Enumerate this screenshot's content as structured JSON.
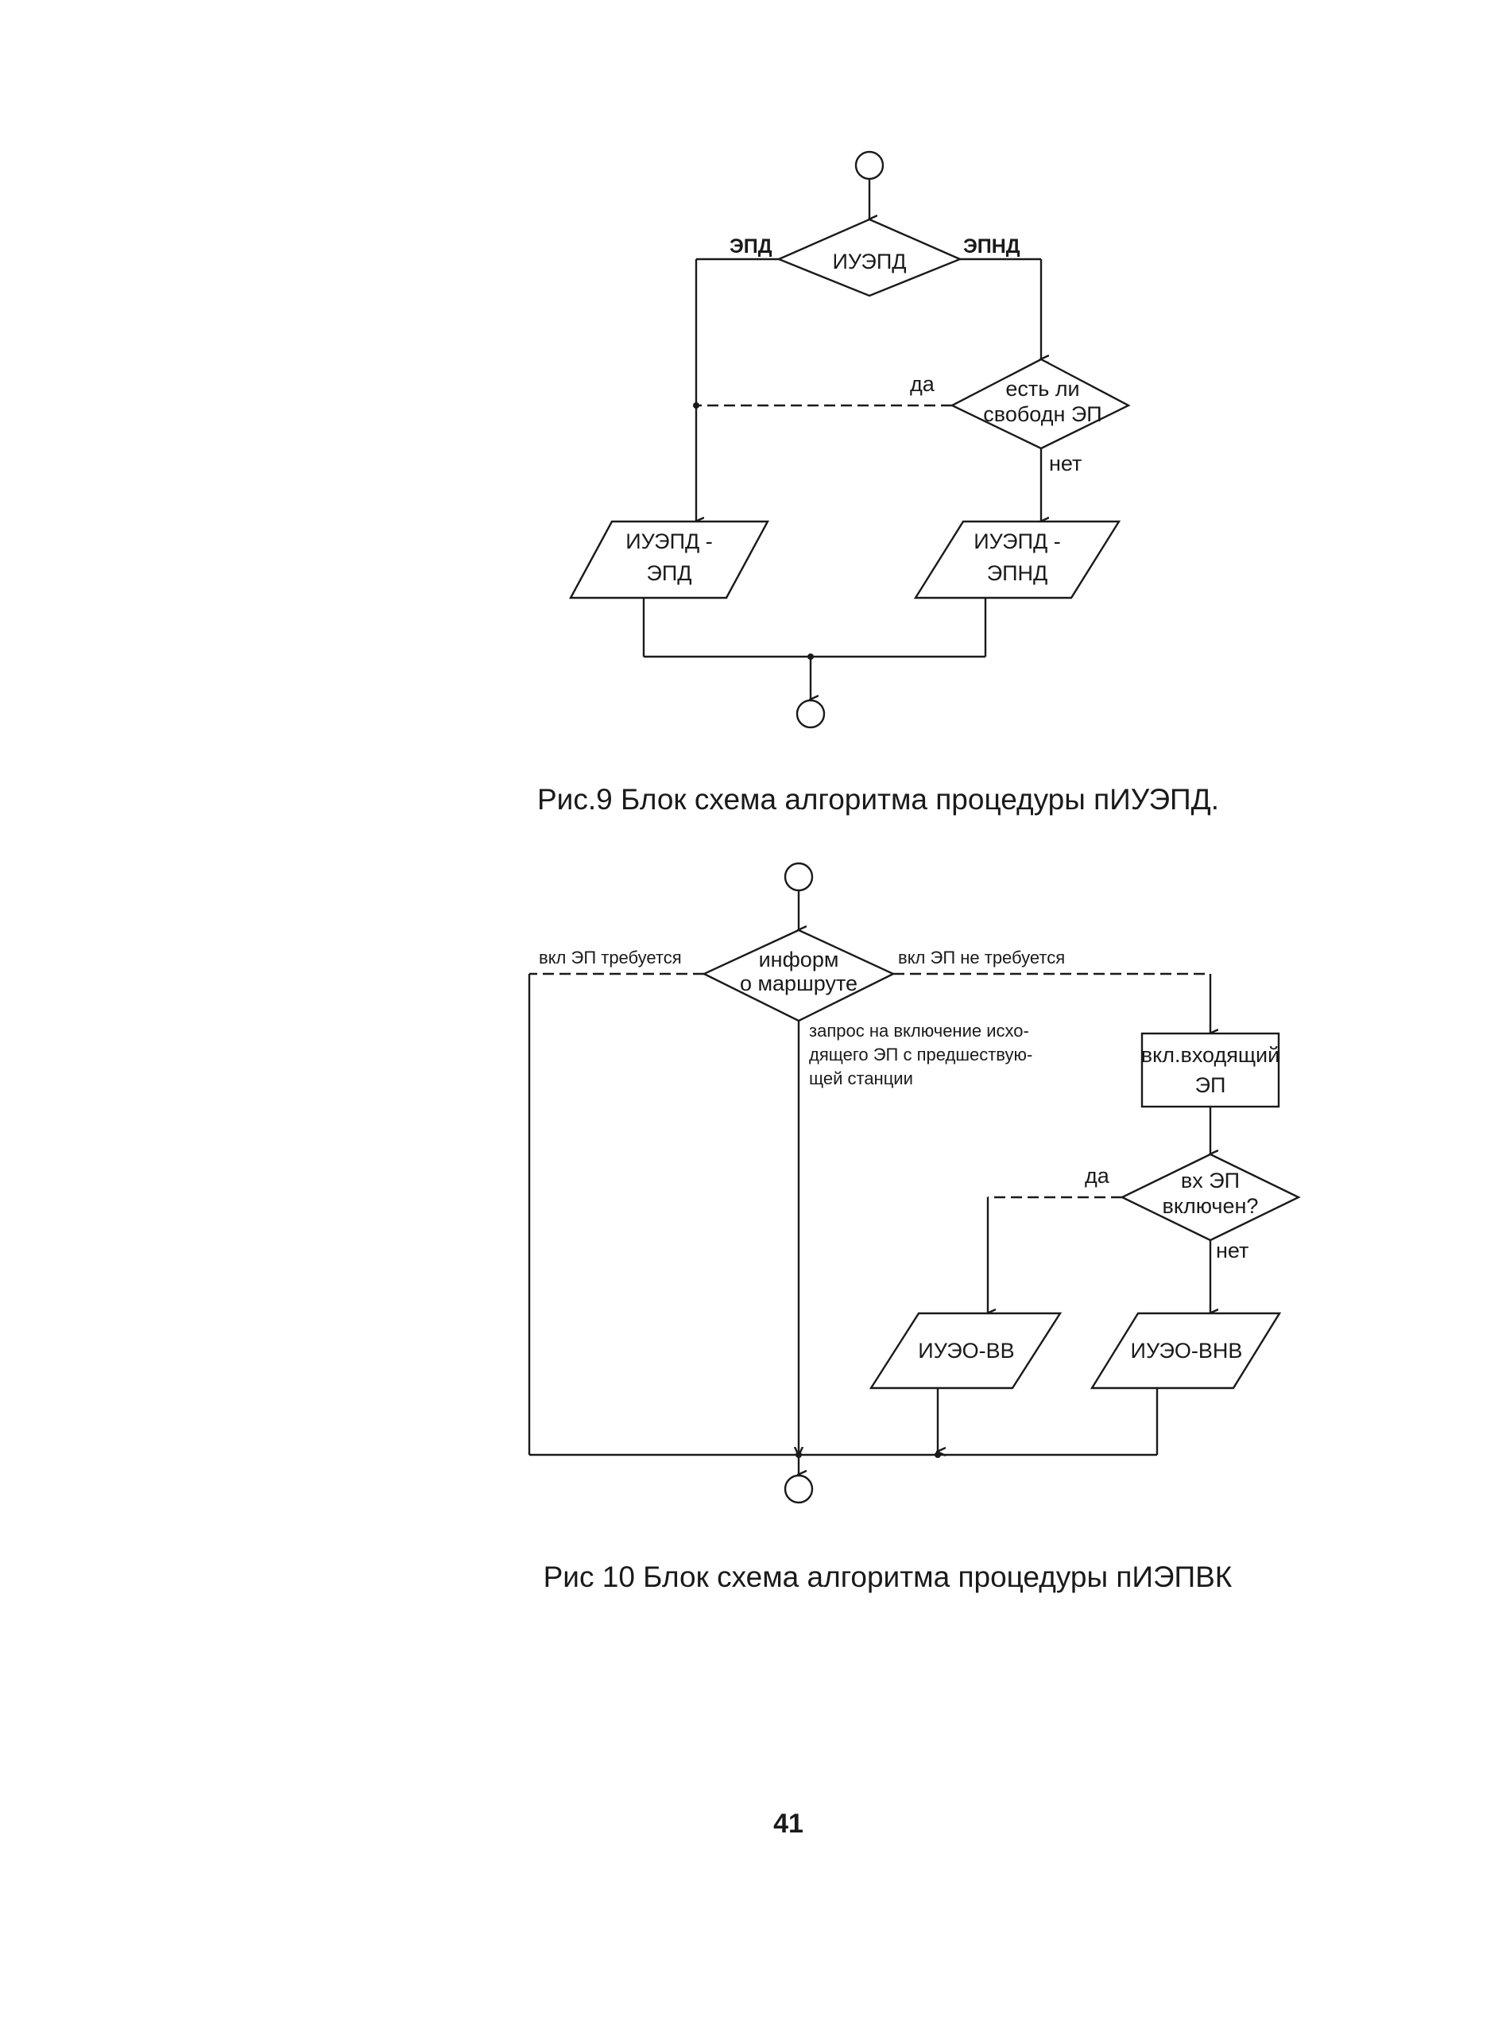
{
  "fig9": {
    "decision1": "ИУЭПД",
    "branch_left": "ЭПД",
    "branch_right": "ЭПНД",
    "decision2_line1": "есть ли",
    "decision2_line2": "свободн ЭП",
    "yes": "да",
    "no": "нет",
    "io_left_line1": "ИУЭПД -",
    "io_left_line2": "ЭПД",
    "io_right_line1": "ИУЭПД -",
    "io_right_line2": "ЭПНД",
    "caption": "Рис.9  Блок схема алгоритма процедуры пИУЭПД."
  },
  "fig10": {
    "decision1_line1": "информ",
    "decision1_line2": "о маршруте",
    "branch_left": "вкл ЭП требуется",
    "branch_right": "вкл ЭП не требуется",
    "note_line1": "запрос на включение исхо-",
    "note_line2": "дящего ЭП с предшествую-",
    "note_line3": "щей станции",
    "process_line1": "вкл.входящий",
    "process_line2": "ЭП",
    "decision2_line1": "вх  ЭП",
    "decision2_line2": "включен?",
    "yes": "да",
    "no": "нет",
    "io_left": "ИУЭО-ВВ",
    "io_right": "ИУЭО-ВНВ",
    "caption": "Рис 10  Блок схема алгоритма процедуры пИЭПВК"
  },
  "page_number": "41"
}
